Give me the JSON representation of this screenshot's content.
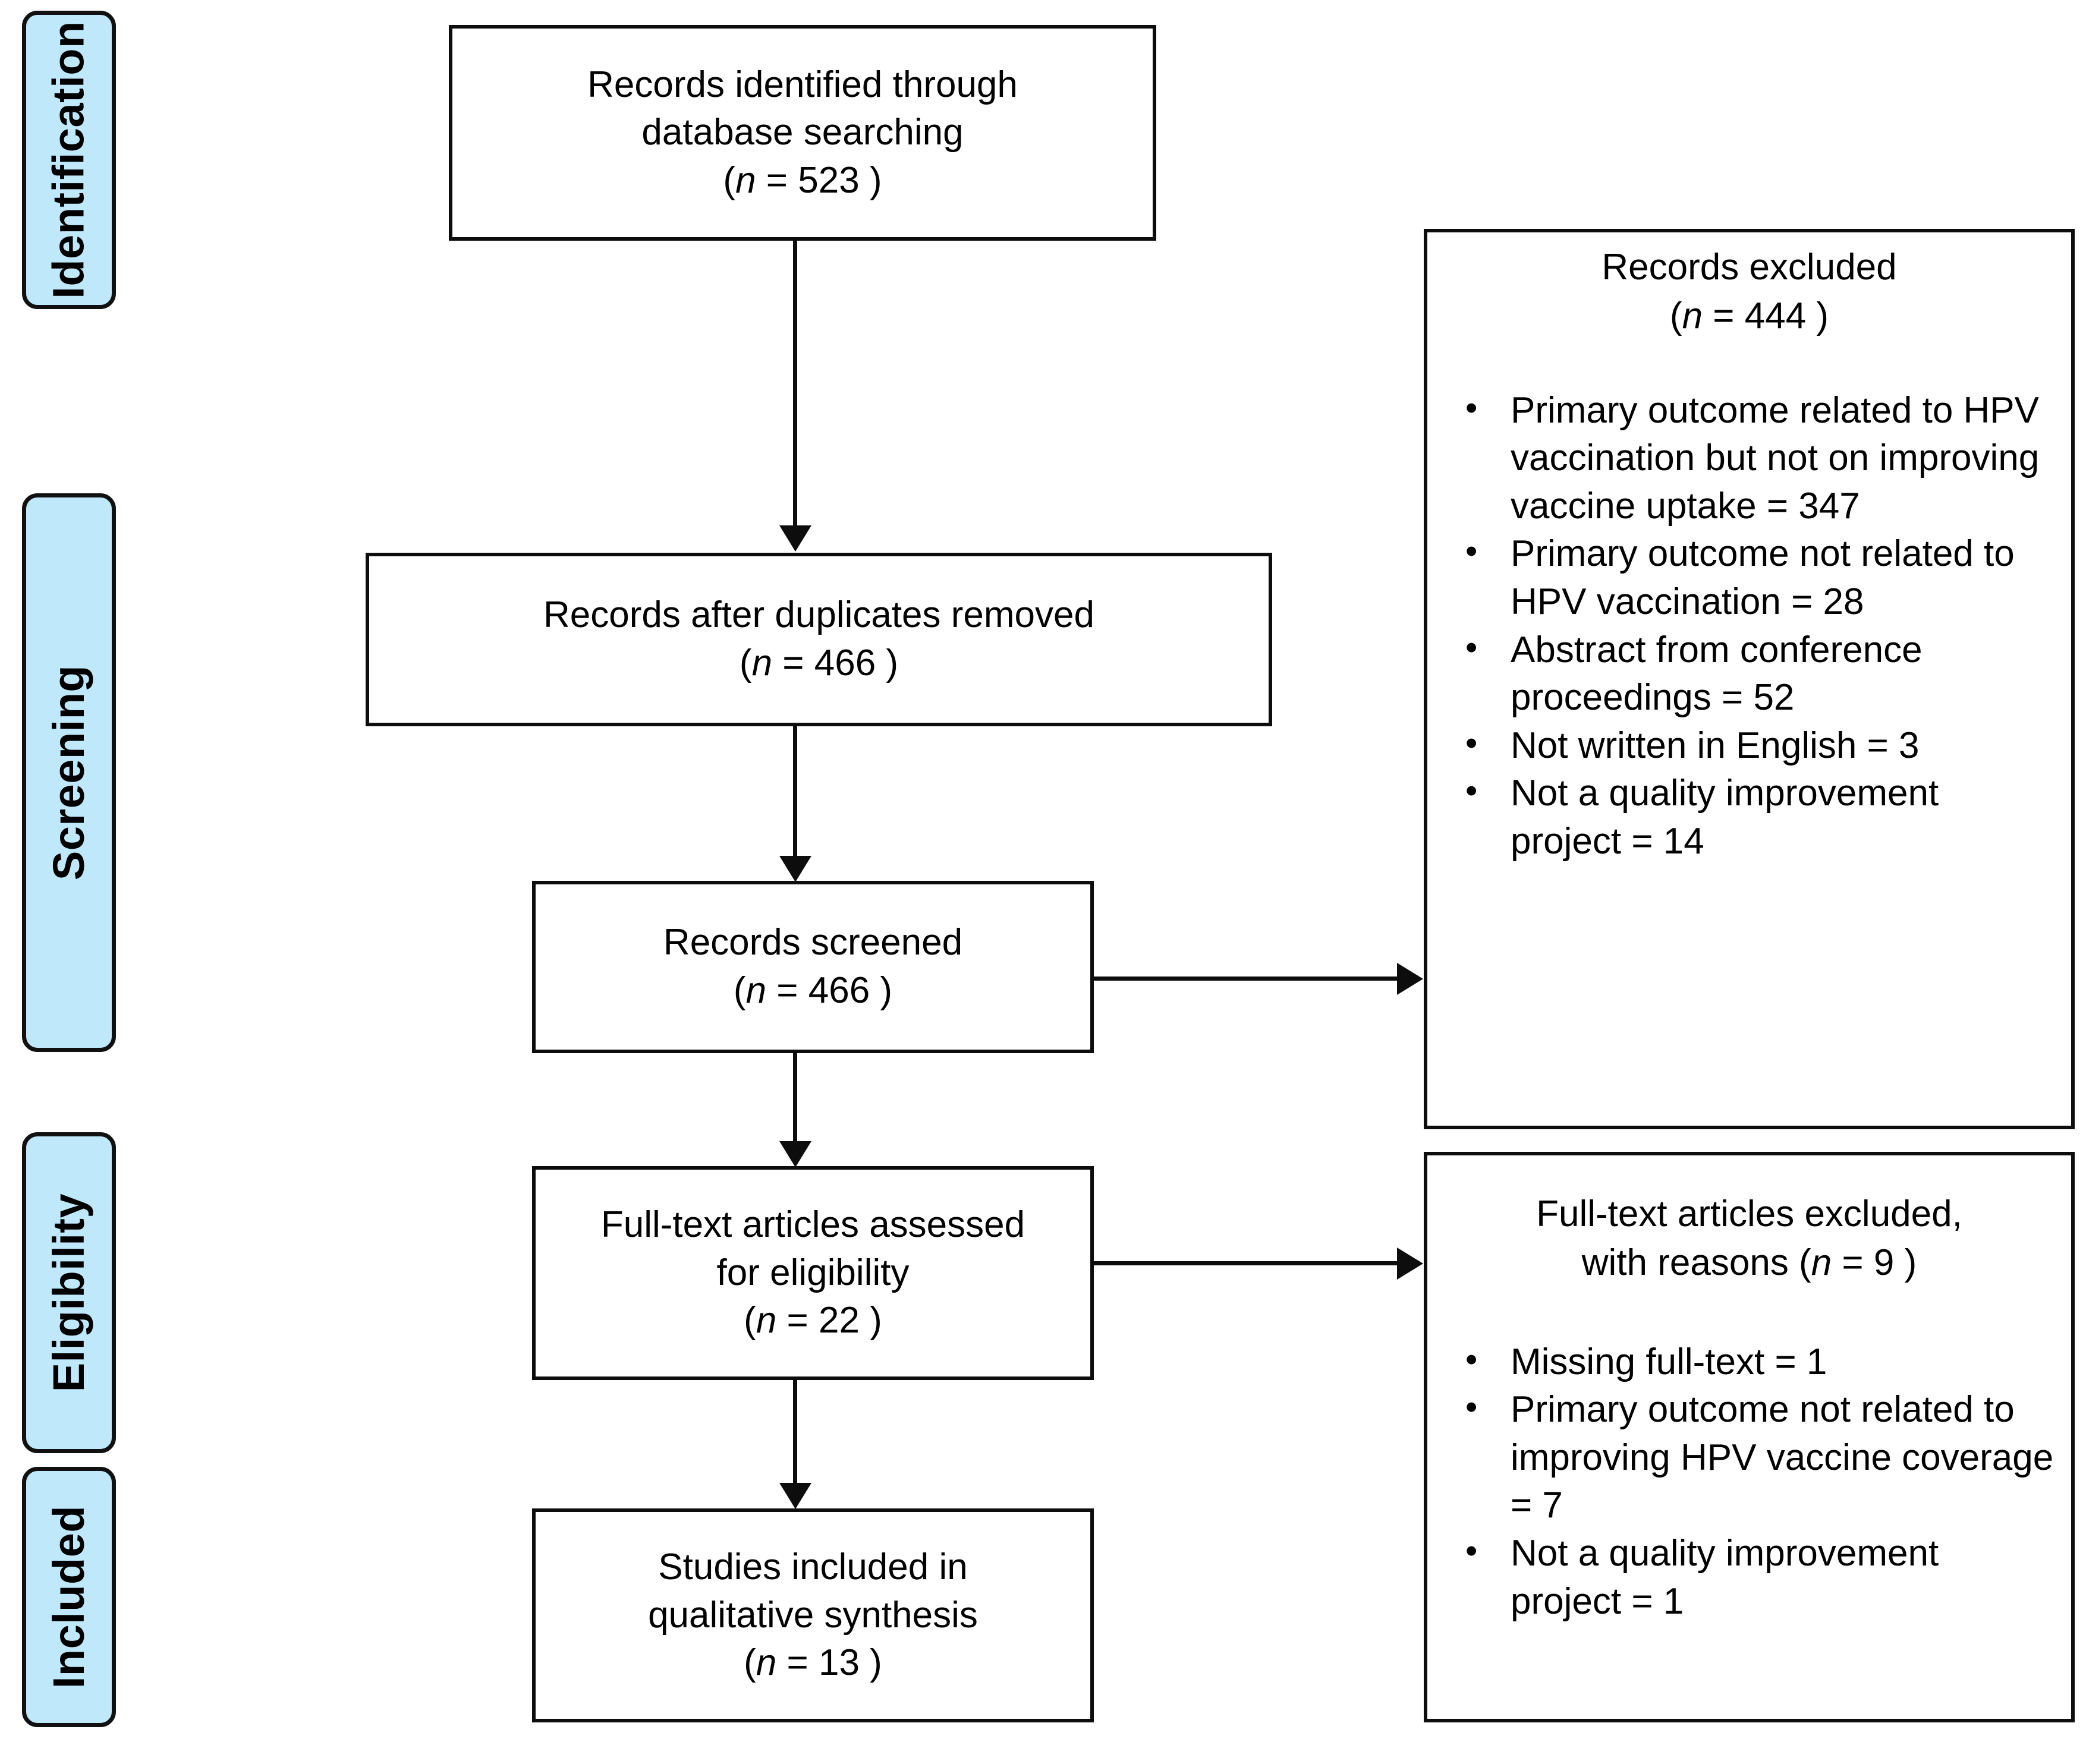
{
  "diagram": {
    "title": "PRISMA flow diagram",
    "accent_color": "#bfe9fb",
    "line_color": "#0d0d0d",
    "background_color": "#ffffff"
  },
  "stages": [
    {
      "label": "Identification"
    },
    {
      "label": "Screening"
    },
    {
      "label": "Eligibility"
    },
    {
      "label": "Included"
    }
  ],
  "boxes": {
    "identified": {
      "line1": "Records identified through",
      "line2": "database searching",
      "n_open": "(",
      "n_symbol": "n",
      "n_eq": " = ",
      "n_value": "523",
      "n_close": " )"
    },
    "duplicates_removed": {
      "line1": "Records after duplicates removed",
      "n_open": "(",
      "n_symbol": "n",
      "n_eq": " = ",
      "n_value": "466",
      "n_close": " )"
    },
    "screened": {
      "line1": "Records screened",
      "n_open": "(",
      "n_symbol": "n",
      "n_eq": " = ",
      "n_value": "466",
      "n_close": " )"
    },
    "fulltext_assessed": {
      "line1": "Full-text articles assessed",
      "line2": "for eligibility",
      "n_open": "(",
      "n_symbol": "n",
      "n_eq": " = ",
      "n_value": "22",
      "n_close": " )"
    },
    "included": {
      "line1": "Studies included in",
      "line2": "qualitative synthesis",
      "n_open": "(",
      "n_symbol": "n",
      "n_eq": " = ",
      "n_value": "13",
      "n_close": " )"
    }
  },
  "exclusions": {
    "records_excluded": {
      "title_line1": "Records excluded",
      "n_open": "(",
      "n_symbol": "n",
      "n_eq": " = ",
      "n_value": "444",
      "n_close": " )",
      "reasons": [
        "Primary outcome related to HPV vaccination but not on improving vaccine uptake = 347",
        "Primary outcome not related to HPV vaccination = 28",
        "Abstract from conference proceedings = 52",
        "Not written in English = 3",
        "Not a quality improvement project = 14"
      ]
    },
    "fulltext_excluded": {
      "title_line1": "Full-text articles excluded,",
      "title_line2_pre": "with reasons ",
      "n_open": "(",
      "n_symbol": "n",
      "n_eq": " = ",
      "n_value": "9",
      "n_close": " )",
      "reasons": [
        "Missing full-text = 1",
        "Primary outcome not related to improving HPV vaccine coverage = 7",
        "Not a quality improvement project = 1"
      ]
    }
  }
}
